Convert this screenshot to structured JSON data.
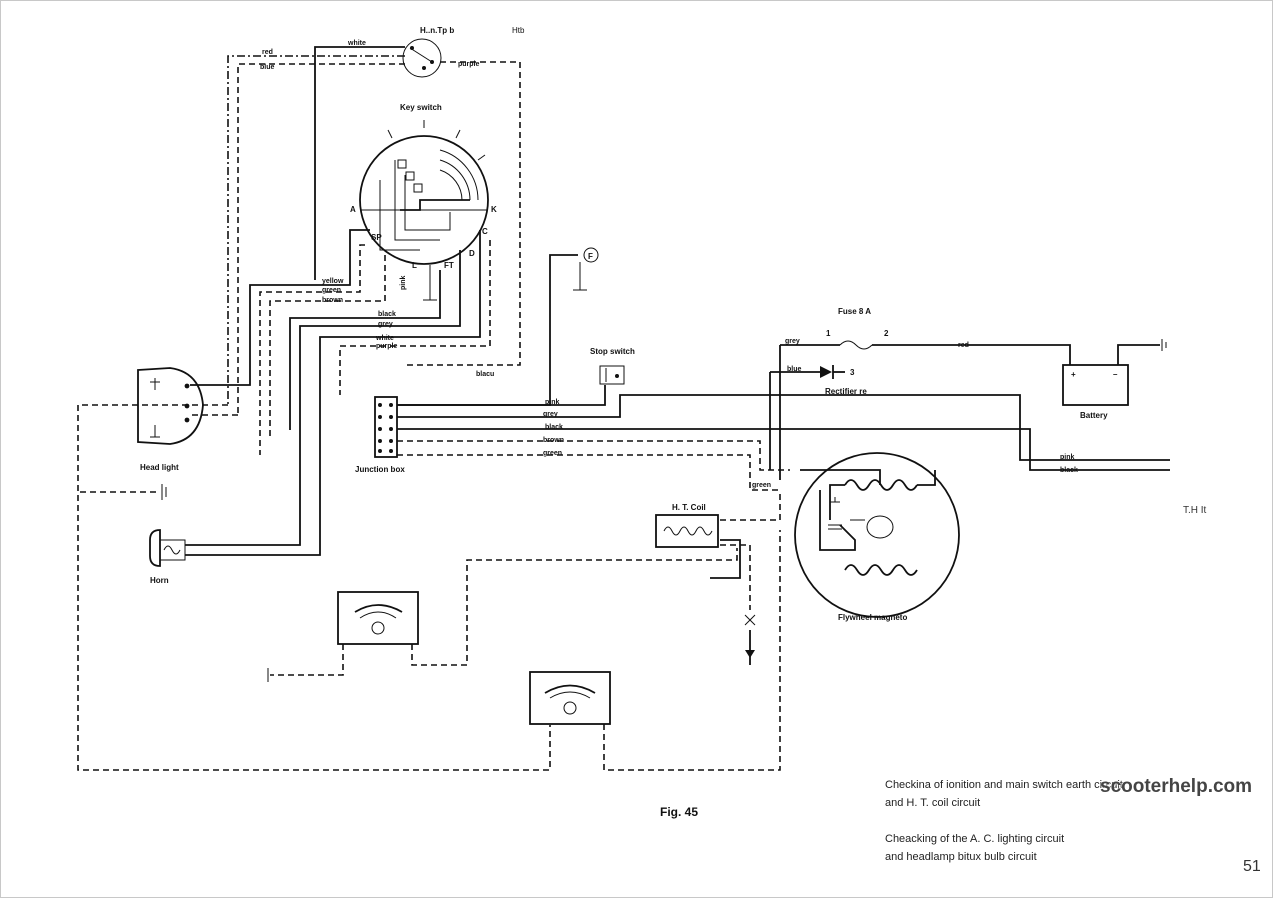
{
  "components": {
    "ht_switch": "H..n.Tp b",
    "htb": "Htb",
    "key_switch": "Key switch",
    "head_light": "Head light",
    "horn": "Horn",
    "junction_box": "Junction box",
    "stop_switch": "Stop switch",
    "fuse": "Fuse 8 A",
    "rectifier": "Rectifier re",
    "battery": "Battery",
    "ht_coil": "H. T. Coil",
    "flywheel": "Flywheel magneto"
  },
  "terminals": {
    "a": "A",
    "k": "K",
    "sp": "SP",
    "c": "C",
    "ft": "FT",
    "d": "D",
    "l": "L",
    "fuse_1": "1",
    "fuse_2": "2",
    "fuse_3": "3",
    "plus": "+",
    "minus": "–",
    "f": "F"
  },
  "wires": {
    "white_top": "white",
    "red_top": "red",
    "blue_top": "blue",
    "purple_top": "purple",
    "yellow": "yellow",
    "green": "green",
    "brown": "brown",
    "black": "black",
    "grey": "grey",
    "white": "white",
    "purple": "purple",
    "pink_v": "pink",
    "black_v": "blacu",
    "pink": "pink",
    "grey2": "grey",
    "black2": "black",
    "brown2": "brown",
    "green2": "green",
    "grey_right": "grey",
    "red_right": "red",
    "blue_right": "blue",
    "pink_right": "pink",
    "black_right": "black",
    "green_coil": "green"
  },
  "side_label": "T.H It",
  "figure_label": "Fig. 45",
  "captions": {
    "line1": "Checkina of ionition and main switch earth circuit",
    "line2": "and H. T. coil circuit",
    "line3": "Cheacking of the A. C. lighting circuit",
    "line4": "and headlamp bitux bulb circuit"
  },
  "watermark": "scooterhelp.com",
  "page_number": "51"
}
